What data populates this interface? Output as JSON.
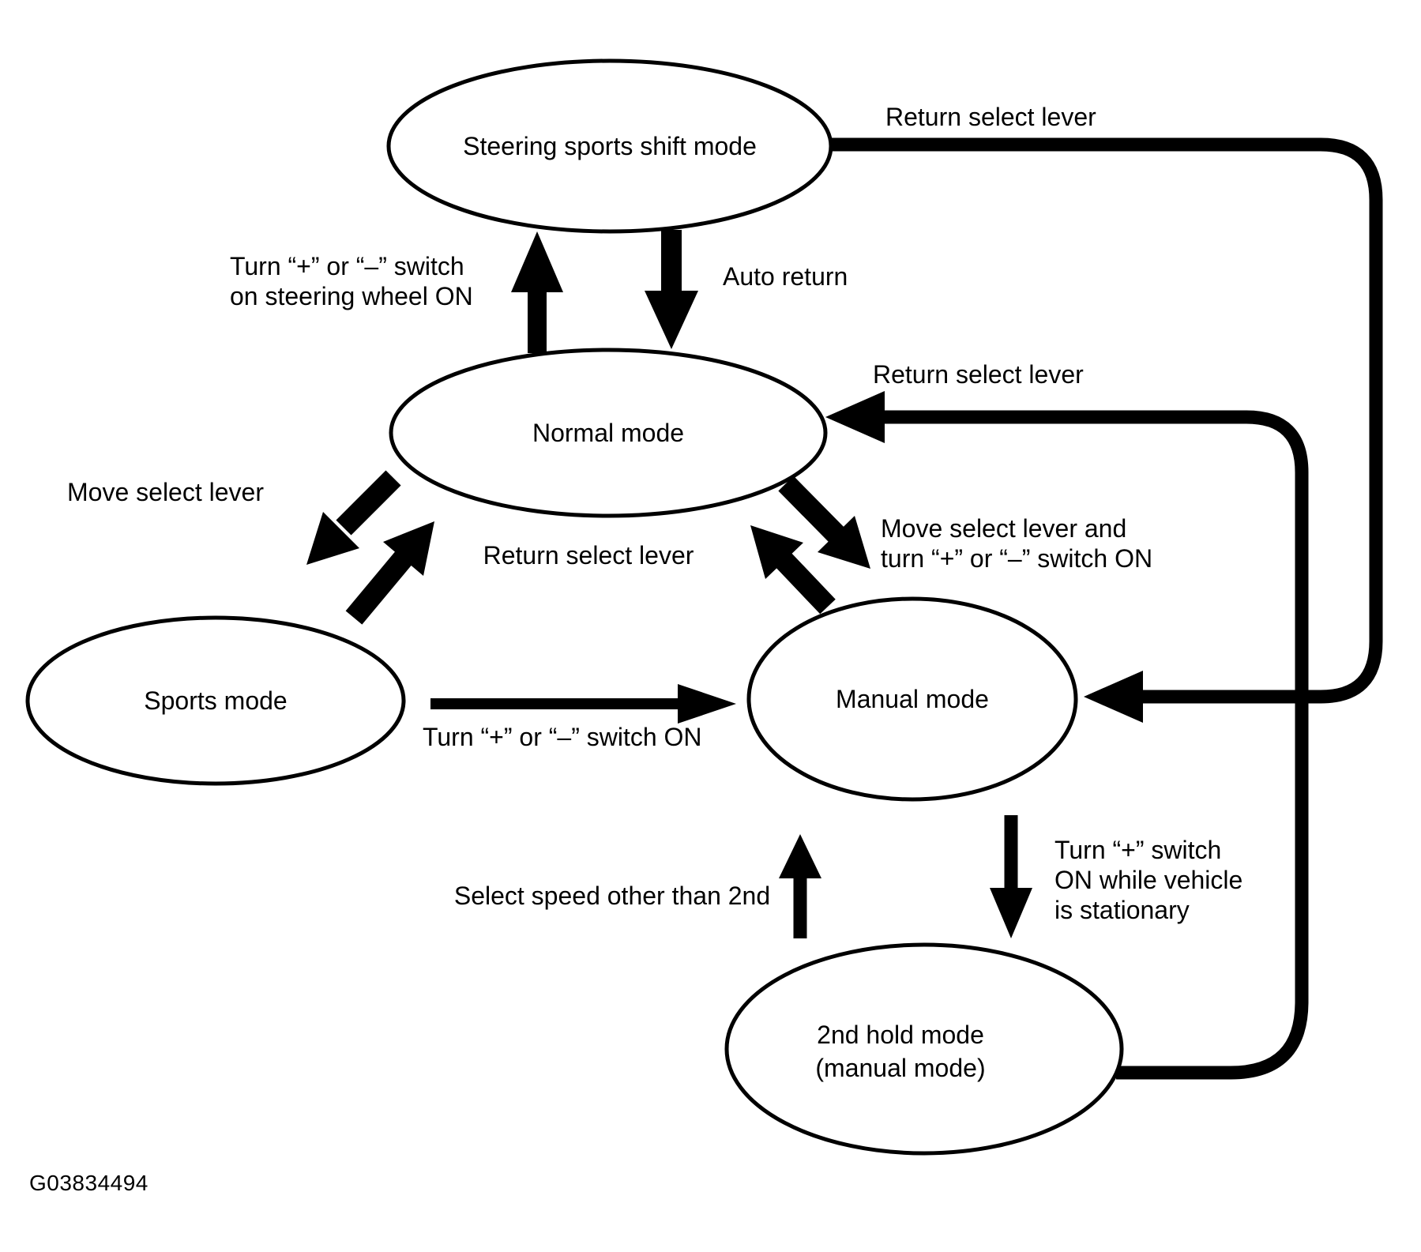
{
  "figure_id": "G03834494",
  "colors": {
    "ink": "#000000",
    "background": "#ffffff"
  },
  "nodes": {
    "steering": {
      "label": "Steering sports shift mode"
    },
    "normal": {
      "label": "Normal mode"
    },
    "sports": {
      "label": "Sports mode"
    },
    "manual": {
      "label": "Manual mode"
    },
    "second_hold": {
      "label_lines": [
        "2nd hold mode",
        "(manual mode)"
      ]
    }
  },
  "edges": {
    "steering_to_manual": {
      "label": "Return select lever"
    },
    "second_hold_to_normal": {
      "label": "Return select lever"
    },
    "normal_to_steering": {
      "label_lines": [
        "Turn “+” or “–” switch",
        "on steering wheel ON"
      ]
    },
    "steering_to_normal": {
      "label": "Auto return"
    },
    "normal_to_sports": {
      "label": "Move select lever"
    },
    "sports_to_normal": {
      "label": "Return select lever"
    },
    "normal_to_manual": {
      "label_lines": [
        "Move select lever and",
        "turn “+” or “–” switch ON"
      ]
    },
    "sports_to_manual": {
      "label": "Turn “+” or “–” switch ON"
    },
    "second_hold_to_manual": {
      "label": "Select speed other than 2nd"
    },
    "manual_to_second_hold": {
      "label_lines": [
        "Turn “+” switch",
        "ON while vehicle",
        "is stationary"
      ]
    }
  }
}
